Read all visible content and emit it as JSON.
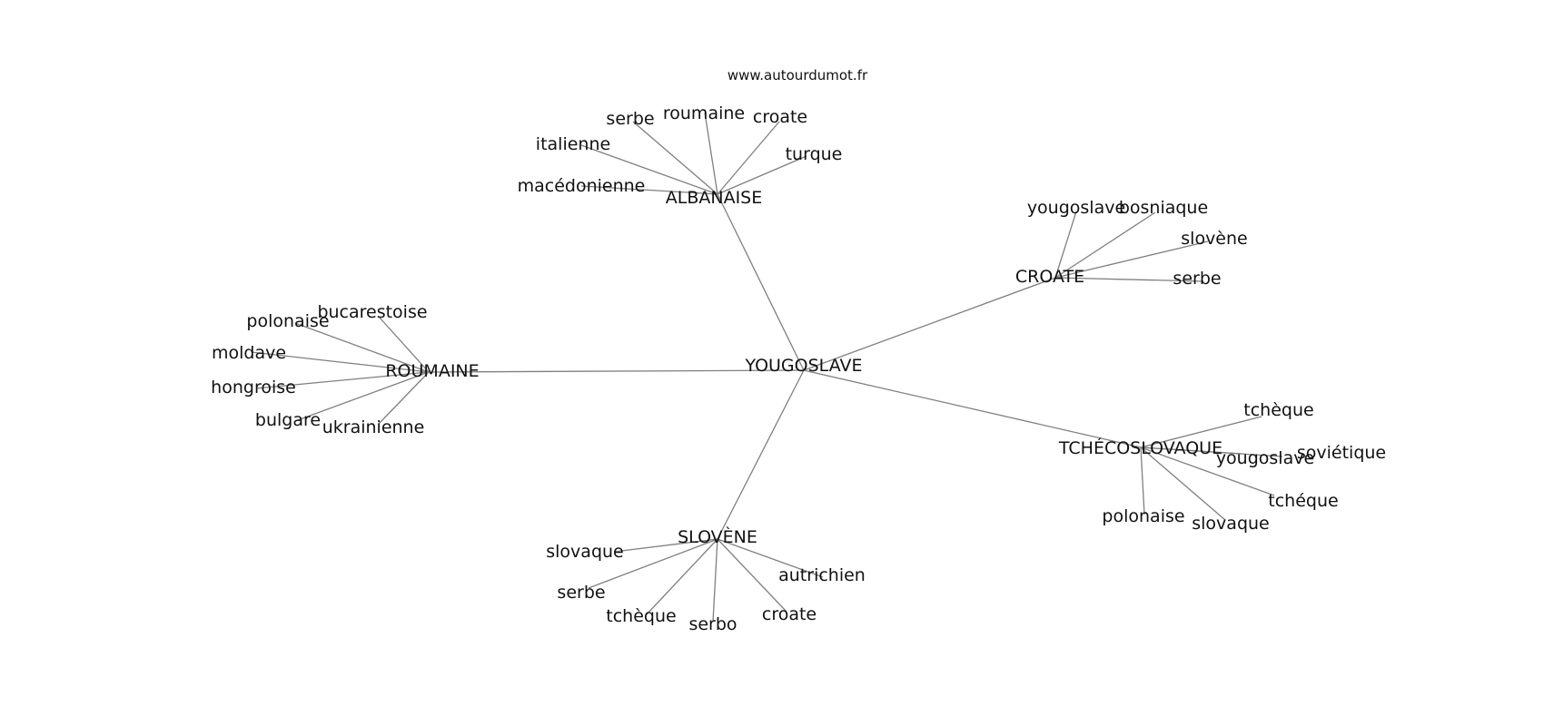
{
  "watermark": "www.autourdumot.fr",
  "graph": {
    "root": "YOUGOSLAVE",
    "hubs": [
      {
        "id": "albanaise",
        "label": "ALBANAISE",
        "leaves": [
          "macédonienne",
          "italienne",
          "serbe",
          "roumaine",
          "croate",
          "turque"
        ]
      },
      {
        "id": "croate",
        "label": "CROATE",
        "leaves": [
          "yougoslave",
          "bosniaque",
          "slovène",
          "serbe"
        ]
      },
      {
        "id": "roumaine",
        "label": "ROUMAINE",
        "leaves": [
          "bucarestoise",
          "polonaise",
          "moldave",
          "hongroise",
          "bulgare",
          "ukrainienne"
        ]
      },
      {
        "id": "tchecoslovaque",
        "label": "TCHÉCOSLOVAQUE",
        "leaves": [
          "tchèque",
          "yougoslave",
          "soviétique",
          "tchéque",
          "slovaque",
          "polonaise"
        ]
      },
      {
        "id": "slovene",
        "label": "SLOVÈNE",
        "leaves": [
          "slovaque",
          "serbe",
          "tchèque",
          "serbo",
          "croate",
          "autrichien"
        ]
      }
    ]
  }
}
